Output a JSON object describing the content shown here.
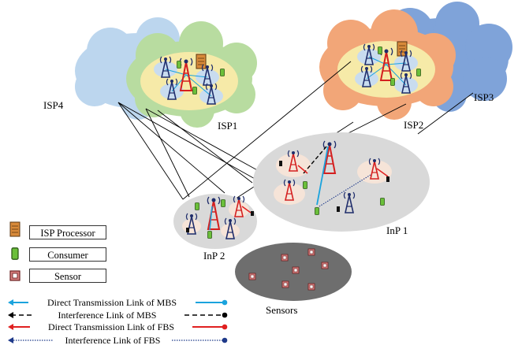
{
  "labels": {
    "isp1": "ISP1",
    "isp2": "ISP2",
    "isp3": "ISP3",
    "isp4": "ISP4",
    "inp1": "InP 1",
    "inp2": "InP 2",
    "sensors": "Sensors"
  },
  "legend": {
    "isp_processor": "ISP Processor",
    "consumer": "Consumer",
    "sensor": "Sensor",
    "direct_mbs": "Direct Transmission Link of MBS",
    "interference_mbs": "Interference Link of MBS",
    "direct_fbs": "Direct Transmission Link of FBS",
    "interference_fbs": "Interference Link of FBS"
  },
  "colors": {
    "isp1_cloud": "#b8dca0",
    "isp2_cloud": "#f2a678",
    "isp3_cloud": "#7fa3d9",
    "isp4_cloud": "#bcd6ee",
    "core": "#f6eaa8",
    "cell": "#c9dcef",
    "inp": "#d9d9d9",
    "sensor_field": "#6e6e6e",
    "mbs_link": "#1aa3dd",
    "fbs_link": "#e02020",
    "interference_link": "#1f3a8a"
  }
}
